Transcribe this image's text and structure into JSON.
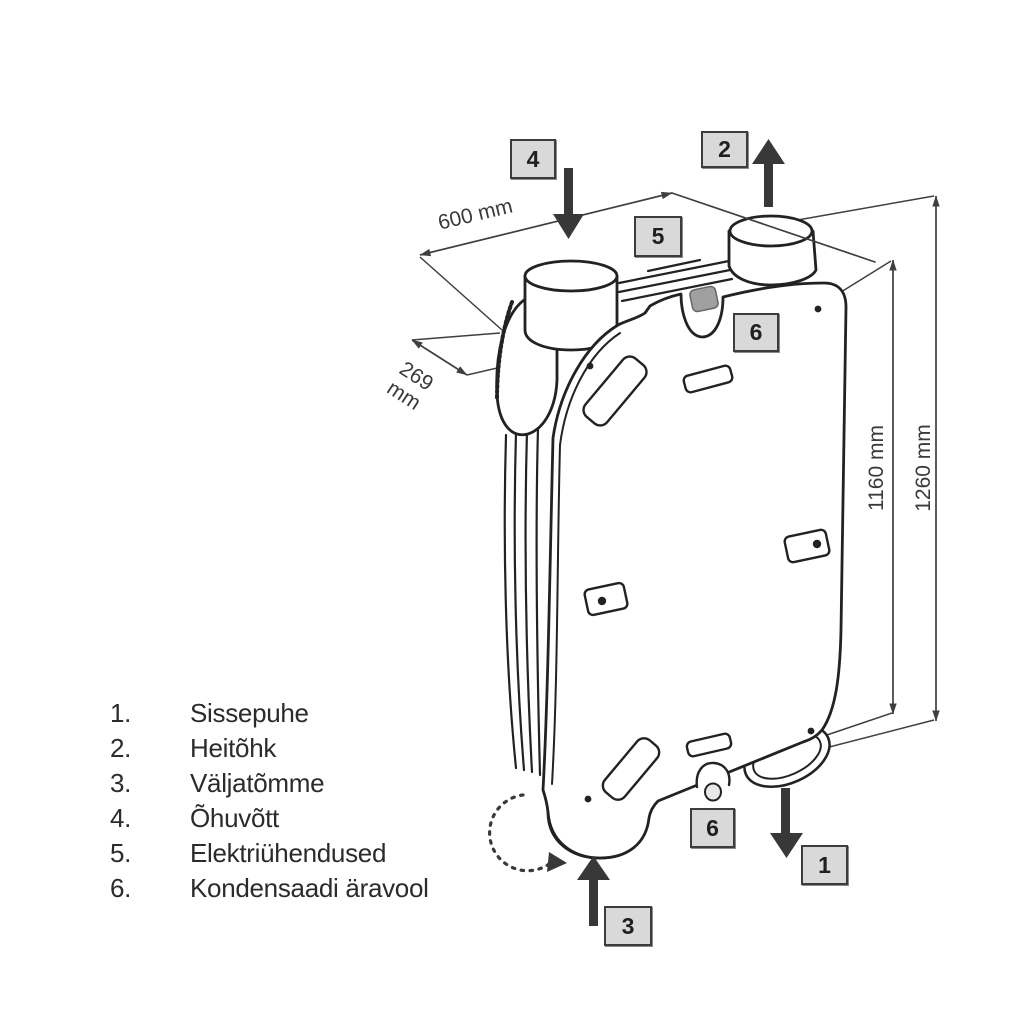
{
  "legend": {
    "items": [
      {
        "num": "1.",
        "label": "Sissepuhe"
      },
      {
        "num": "2.",
        "label": "Heitõhk"
      },
      {
        "num": "3.",
        "label": "Väljatõmme"
      },
      {
        "num": "4.",
        "label": "Õhuvõtt"
      },
      {
        "num": "5.",
        "label": "Elektriühendused"
      },
      {
        "num": "6.",
        "label": "Kondensaadi äravool"
      }
    ]
  },
  "dimensions": {
    "width": "600 mm",
    "depth_value": "269",
    "depth_unit": "mm",
    "height_inner": "1160 mm",
    "height_outer": "1260 mm"
  },
  "callouts": {
    "supply": "1",
    "exhaust": "2",
    "extract": "3",
    "intake": "4",
    "electrical": "5",
    "condensate_top": "6",
    "condensate_bottom": "6"
  },
  "colors": {
    "outline": "#222222",
    "dimension_line": "#3f3f3f",
    "flow_arrow": "#383838",
    "callout_bg": "#d9d9d9",
    "callout_border": "#3c3c3c",
    "legend_text": "#2b2b2e",
    "plug_gray": "#a0a0a0",
    "background": "#ffffff"
  }
}
